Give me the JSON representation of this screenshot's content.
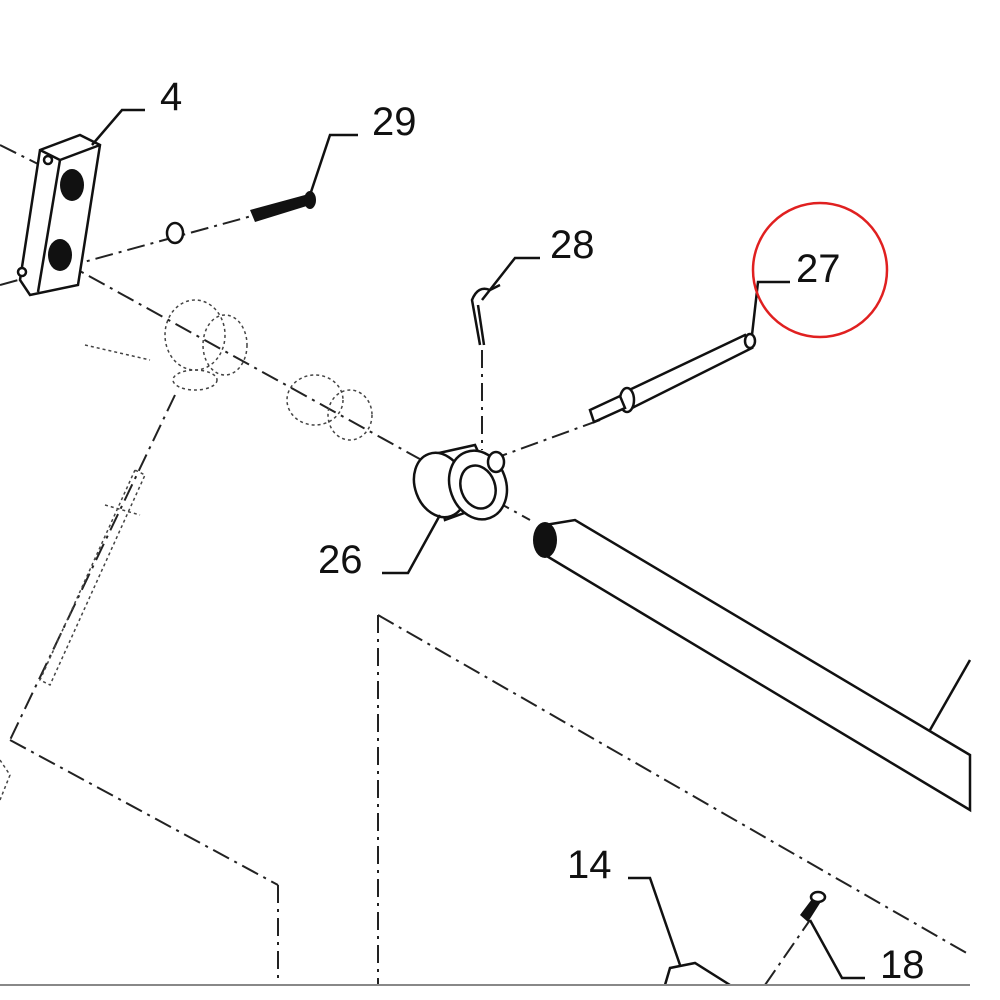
{
  "diagram": {
    "callouts": [
      {
        "id": "4",
        "label": "4"
      },
      {
        "id": "29",
        "label": "29"
      },
      {
        "id": "28",
        "label": "28"
      },
      {
        "id": "27",
        "label": "27",
        "highlighted": true
      },
      {
        "id": "26",
        "label": "26"
      },
      {
        "id": "14",
        "label": "14"
      },
      {
        "id": "18",
        "label": "18"
      }
    ],
    "highlight_color": "#e02020"
  }
}
